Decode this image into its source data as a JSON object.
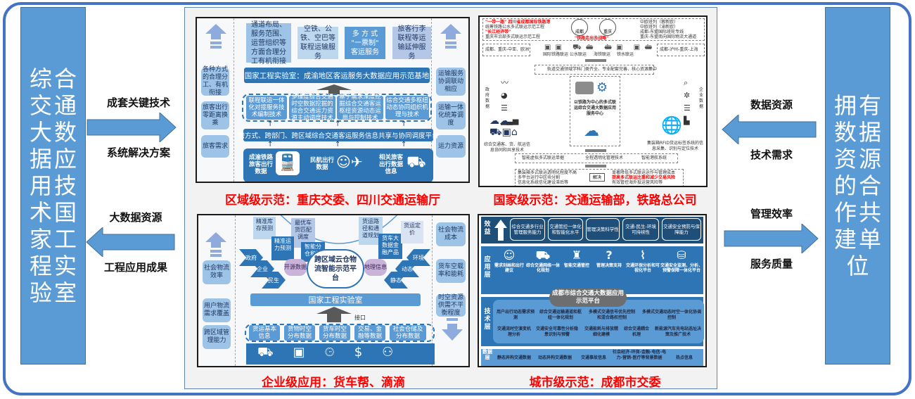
{
  "left_column": {
    "chars": [
      "综",
      "合",
      "交",
      "通",
      "大",
      "数",
      "据",
      "应",
      "用",
      "技",
      "术",
      "国",
      "家",
      "工",
      "程",
      "实",
      "验",
      "室"
    ]
  },
  "right_column": {
    "chars": [
      "拥",
      "有",
      "数",
      "据",
      "资",
      "源",
      "的",
      "合",
      "作",
      "共",
      "建",
      "单",
      "位",
      ""
    ]
  },
  "left_arrows": {
    "out_top_label": "成套关键技术",
    "out_bottom_label": "系统解决方案",
    "in_top_label": "大数据资源",
    "in_bottom_label": "工程应用成果"
  },
  "right_arrows": {
    "in_top_label": "数据资源",
    "in_bottom_label": "技术需求",
    "out_top_label": "管理效率",
    "out_bottom_label": "服务质量"
  },
  "colors": {
    "frame": "#4472c4",
    "column_fill": "#5b9bd5",
    "caption_red": "#ff0000",
    "panel_blue": "#2e75b6"
  },
  "regional": {
    "caption": "区域级示范：重庆交委、四川交通运输厅",
    "top_boxes": [
      "通道布局、服务范围、运营组织等方面合理分工有机衔接",
      "空铁、公铁、空巴等联程运输服务",
      "多 方 式 \"一票制\" 客运服务",
      "旅客行李联程等运输延伸服务"
    ],
    "left_boxes": [
      "各种方式的合理分工、有机衔接",
      "旅客出行零距离换乘",
      "旅客需求"
    ],
    "right_boxes": [
      "运输服务协调联动相应",
      "运输一体化统筹调度",
      "运力资源"
    ],
    "lab_bar": "国家工程实验室：成渝地区客运服务大数据应用示范基地",
    "tech_boxes": [
      "联程联运一体化对接服务技术编制技术",
      "多维度综合交通时空数据挖掘的综合交通运力资源主动调度技术",
      "基于需求深度挖掘综合交通客运枢纽资源动态运用与控制技术",
      "综合交通多枢纽动态协同组织机理与技术"
    ],
    "platform_bar": "跨方式、跨部门、跨区域综合交通客运服务信息共享与协同调度平台",
    "data_sources": [
      "成渝铁路旅客出行数据",
      "民航出行数据",
      "相关旅客出行数据信息"
    ]
  },
  "national": {
    "caption": "国家级示范：交通运输部，铁路总公司",
    "top_left_lines": [
      "\"一带一路\" 四川省成都国际铁路港",
      "统筹铁路公水多式联运示范工程",
      "\"长江经济带\"",
      "重庆市沿部多式联运示范工程"
    ],
    "top_center_label": "\"铁路走出去战略\"",
    "city_badges": [
      "成都",
      "重庆"
    ],
    "top_right_lines": [
      "中欧班列（蓉新欧）",
      "中欧班列（渝新欧）",
      "成都-东盟国际班轮专线",
      "重庆-东盟南向国际物流大通道"
    ],
    "route_left": "成都、重庆-中亚、欧洲",
    "route_right": "成都-泸州-重庆-上海",
    "modes": [
      "国际铁路联运",
      "公水联运",
      "海铁联运",
      "铁水联运"
    ],
    "rail_banner": "轨道交通领域学科门类齐全、专业配套完善、核心资源集中",
    "left_side_label": "政府数据",
    "right_side_label": "企业数据",
    "center_label": "以铁路为中心的多式联运综合交通大数据应用服务中心",
    "left_bottom_label": "综合交通客、货、航运信息协同和共享技术",
    "right_bottom_label": "集装箱RFID货运标签系统的信息采集、识别与定位技术",
    "tech_row": [
      "智能虚拟多式联运单据",
      "全程透明化管理技术",
      "智能港航系统"
    ],
    "problems": [
      "集装箱多式联运透明化程度不高",
      "多平台运行中区块分割",
      "信息化系统信化建设滞后等"
    ],
    "solve_label": "解决",
    "results": [
      "显著降低多式联运运作与管理成本",
      "提高多式联运比重和减少交易风险",
      "有效管控海外投运营风险等"
    ]
  },
  "enterprise": {
    "caption": "企业级应用：货车帮、滴滴",
    "top_cards": [
      "精准库存预测",
      "最优车货匹配调度",
      "精准运力预测",
      "智能分仓和调拨",
      "货运路径和通道规划",
      "货车大数据金融产品",
      "货运定价"
    ],
    "left_chevrons": [
      "政府",
      "企业",
      "民生"
    ],
    "right_chevrons": [
      "环境",
      "动态",
      "静态"
    ],
    "purple_left": "开源数据",
    "purple_right": "地理信息",
    "cloud_label": "跨区域云仓物流智能示范平台",
    "lab_bar": "国家工程实验室",
    "interface_label": "接口",
    "data_boxes": [
      "货运基本信息",
      "货物时空分布数据",
      "货车时空分布数据",
      "交易、金融等数据",
      "社会仓储及分布数据"
    ],
    "left_boxes": [
      "社会物流效率",
      "用户物流需求覆盖",
      "跨区域管理能力"
    ],
    "right_boxes": [
      "社会物流成本",
      "货车空载率和能耗",
      "时空资源供需不平衡程度"
    ]
  },
  "city": {
    "caption": "城市级示范：成都市交委",
    "layers": {
      "benefit": "效益",
      "application": "应用层",
      "technology": "技术层",
      "data": "数据层"
    },
    "benefits": [
      "综合交通多行业管理服务能力",
      "交通管控一体化和智能化水平",
      "管理决策科学性",
      "交通-民生-环境可持续性",
      "交通安全预防与保障能力"
    ],
    "applications": [
      "需求刻画和出行建议",
      "综合交通网络一体化规划",
      "智能交通管控",
      "管理决策支持",
      "交通环保分析和可视化平台",
      "交通安全监测、分析、预警保障一体化平台"
    ],
    "platform": "成都市综合交通大数据应用示范平台",
    "tech_row1": [
      "用户出行动态需求预测",
      "综合交通运输通道和枢纽一体化规划",
      "多模式交通信号优先控制和混合路权控制",
      "多模式交通动态时空一体化协调控制"
    ],
    "tech_row2": [
      "交通流时空演变机理分析",
      "交通安全可靠性分析隐患识别与预警",
      "交通能耗与排放精细化建模",
      "综合交通耦合机理",
      "新能源汽车充电站选址决策及推广技术"
    ],
    "data_items": [
      "静态异构交通数据",
      "动态异构交通数据",
      "交通事故信息",
      "社会经济-环保-金融-电信-电力-营销-医疗等背景数据",
      "热点信息"
    ]
  }
}
